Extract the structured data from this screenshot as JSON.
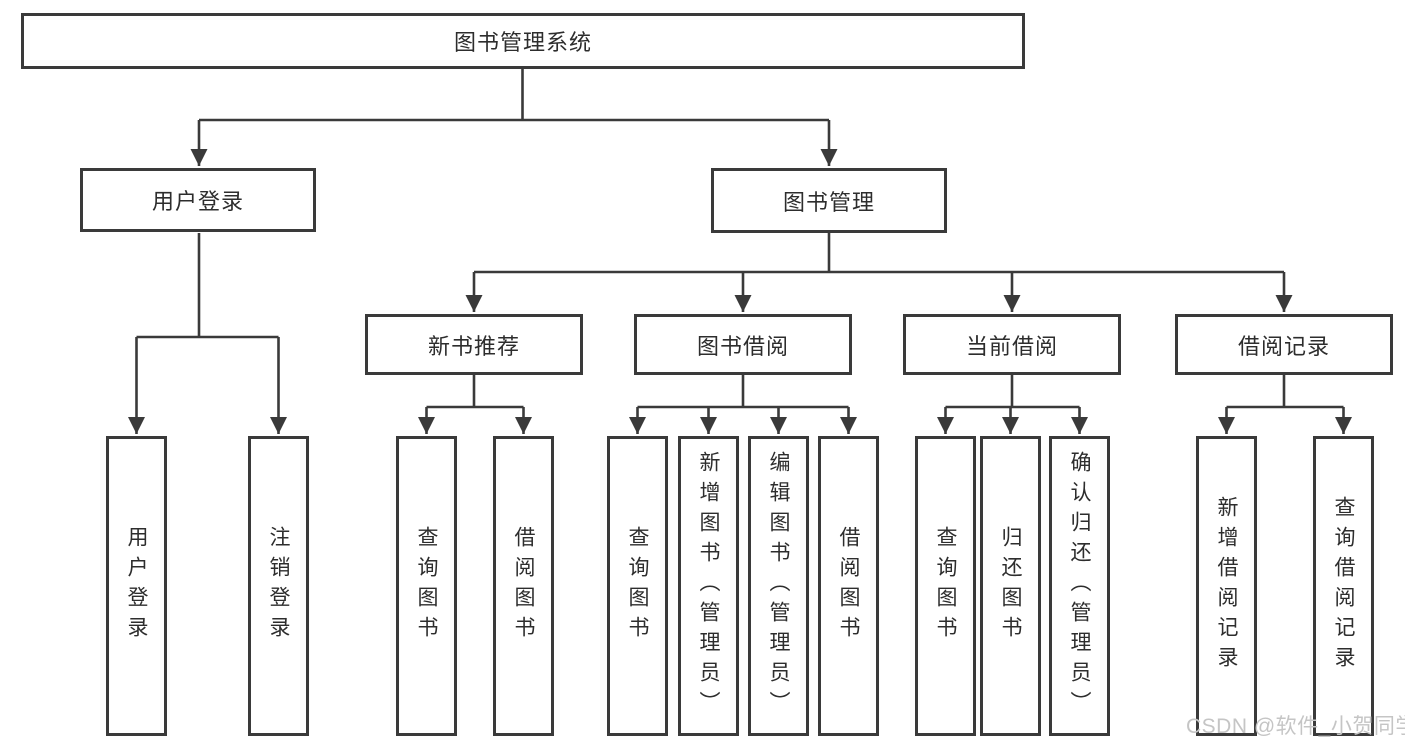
{
  "nodes": {
    "root": "图书管理系统",
    "level2": [
      {
        "id": "user-login",
        "label": "用户登录"
      },
      {
        "id": "book-management",
        "label": "图书管理"
      }
    ],
    "level3": [
      {
        "id": "new-book-recommend",
        "label": "新书推荐"
      },
      {
        "id": "book-borrow",
        "label": "图书借阅"
      },
      {
        "id": "current-borrow",
        "label": "当前借阅"
      },
      {
        "id": "borrow-record",
        "label": "借阅记录"
      }
    ],
    "leaves": {
      "user_login": [
        "用户登录",
        "注销登录"
      ],
      "new_book_recommend": [
        "查询图书",
        "借阅图书"
      ],
      "book_borrow": [
        "查询图书",
        "新增图书（管理员）",
        "编辑图书（管理员）",
        "借阅图书"
      ],
      "current_borrow": [
        "查询图书",
        "归还图书",
        "确认归还（管理员）"
      ],
      "borrow_record": [
        "新增借阅记录",
        "查询借阅记录"
      ]
    }
  },
  "watermark": "CSDN @软件_小贺同学",
  "colors": {
    "line": "#3a3a3a",
    "text": "#2d2d2d",
    "watermark": "#c5c5c5",
    "background": "#ffffff"
  }
}
